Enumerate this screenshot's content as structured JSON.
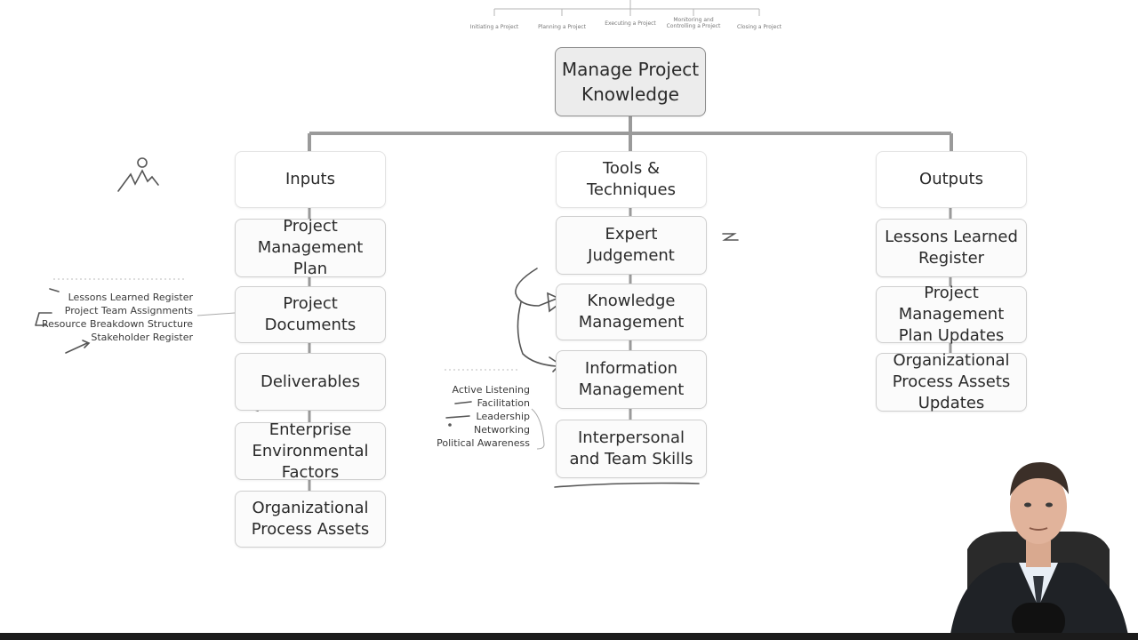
{
  "process_steps": [
    "Initiating a Project",
    "Planning a Project",
    "Executing a Project",
    "Monitoring and Controlling a Project",
    "Closing a Project"
  ],
  "title": "Manage Project Knowledge",
  "columns": {
    "inputs": {
      "header": "Inputs",
      "items": [
        "Project Management Plan",
        "Project Documents",
        "Deliverables",
        "Enterprise Environmental Factors",
        "Organizational Process Assets"
      ]
    },
    "tools": {
      "header": "Tools & Techniques",
      "items": [
        "Expert Judgement",
        "Knowledge Management",
        "Information Management",
        "Interpersonal and Team Skills"
      ]
    },
    "outputs": {
      "header": "Outputs",
      "items": [
        "Lessons Learned Register",
        "Project Management Plan Updates",
        "Organizational Process Assets Updates"
      ]
    }
  },
  "project_documents_list": [
    "Lessons Learned Register",
    "Project Team Assignments",
    "Resource Breakdown Structure",
    "Stakeholder Register"
  ],
  "interpersonal_skills_list": [
    "Active Listening",
    "Facilitation",
    "Leadership",
    "Networking",
    "Political Awareness"
  ],
  "colors": {
    "connector": "#9a9a9a",
    "title_fill": "#ececec",
    "box_border": "#cfcfcf",
    "annotation_ink": "#555555"
  }
}
